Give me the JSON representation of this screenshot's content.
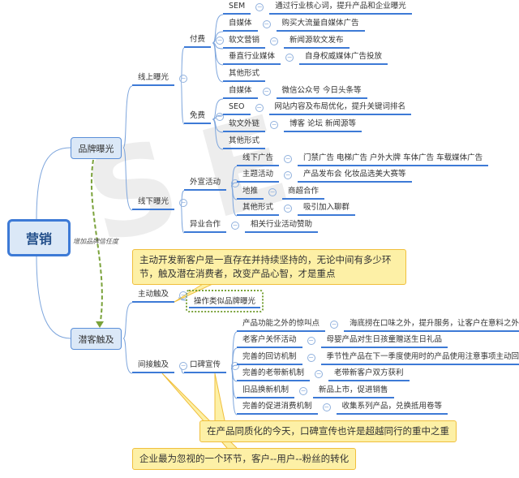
{
  "root": "营销",
  "watermark": "SEM之路",
  "brand": {
    "label": "品牌曝光",
    "relation_label": "增加品牌信任度",
    "online": {
      "label": "线上曝光",
      "paid": {
        "label": "付费",
        "items": [
          {
            "label": "SEM",
            "desc": "通过行业核心词，提升产品和企业曝光"
          },
          {
            "label": "自媒体",
            "desc": "购买大流量自媒体广告"
          },
          {
            "label": "软文营销",
            "desc": "新闻源软文发布"
          },
          {
            "label": "垂直行业媒体",
            "desc": "自身权威媒体广告投放"
          },
          {
            "label": "其他形式"
          }
        ]
      },
      "free": {
        "label": "免费",
        "items": [
          {
            "label": "自媒体",
            "desc": "微信公众号  今日头条等"
          },
          {
            "label": "SEO",
            "desc": "网站内容及布局优化，提升关键词排名"
          },
          {
            "label": "软文外链",
            "desc": "博客 论坛 新闻源等"
          },
          {
            "label": "其他形式"
          }
        ]
      }
    },
    "offline": {
      "label": "线下曝光",
      "promo": {
        "label": "外宣活动",
        "items": [
          {
            "label": "线下广告",
            "desc": "门禁广告  电梯广告  户外大牌  车体广告  车载媒体广告"
          },
          {
            "label": "主题活动",
            "desc": "产品发布会  化妆品选美大赛等"
          },
          {
            "label": "地推",
            "desc": "商超合作"
          },
          {
            "label": "其他形式",
            "desc": "吸引加入聊群"
          }
        ]
      },
      "crossover": {
        "label": "异业合作",
        "desc": "相关行业活动赞助"
      }
    }
  },
  "reach": {
    "label": "潜客触及",
    "active": {
      "label": "主动触及",
      "boundary": "操作类似品牌曝光"
    },
    "indirect": {
      "label": "间接触及",
      "wom": {
        "label": "口碑宣传",
        "items": [
          {
            "label": "产品功能之外的惊叫点",
            "desc": "海底捞在口味之外，提升服务，让客户在意料之外产生尖叫"
          },
          {
            "label": "老客户关怀活动",
            "desc": "母婴产品对生日孩童赠送生日礼品"
          },
          {
            "label": "完善的回访机制",
            "desc": "季节性产品在下一季度使用时的产品使用注意事项主动回访"
          },
          {
            "label": "完善的老带新机制",
            "desc": "老带新客户双方获利"
          },
          {
            "label": "旧品换新机制",
            "desc": "新品上市，促进销售"
          },
          {
            "label": "完善的促进消费机制",
            "desc": "收集系列产品，兑换抵用卷等"
          }
        ]
      }
    }
  },
  "callouts": [
    "主动开发新客户是一直存在并持续坚持的，无论中间有多少环节，触及潜在消费者，改变产品心智，才是重点",
    "在产品同质化的今天，口碑宣传也许是超越同行的重中之重",
    "企业最为忽视的一个环节，客户--用户--粉丝的转化"
  ],
  "colors": {
    "line": "#3d7ad6",
    "callout": "#fdf0a6",
    "relation": "#7aa23a"
  }
}
